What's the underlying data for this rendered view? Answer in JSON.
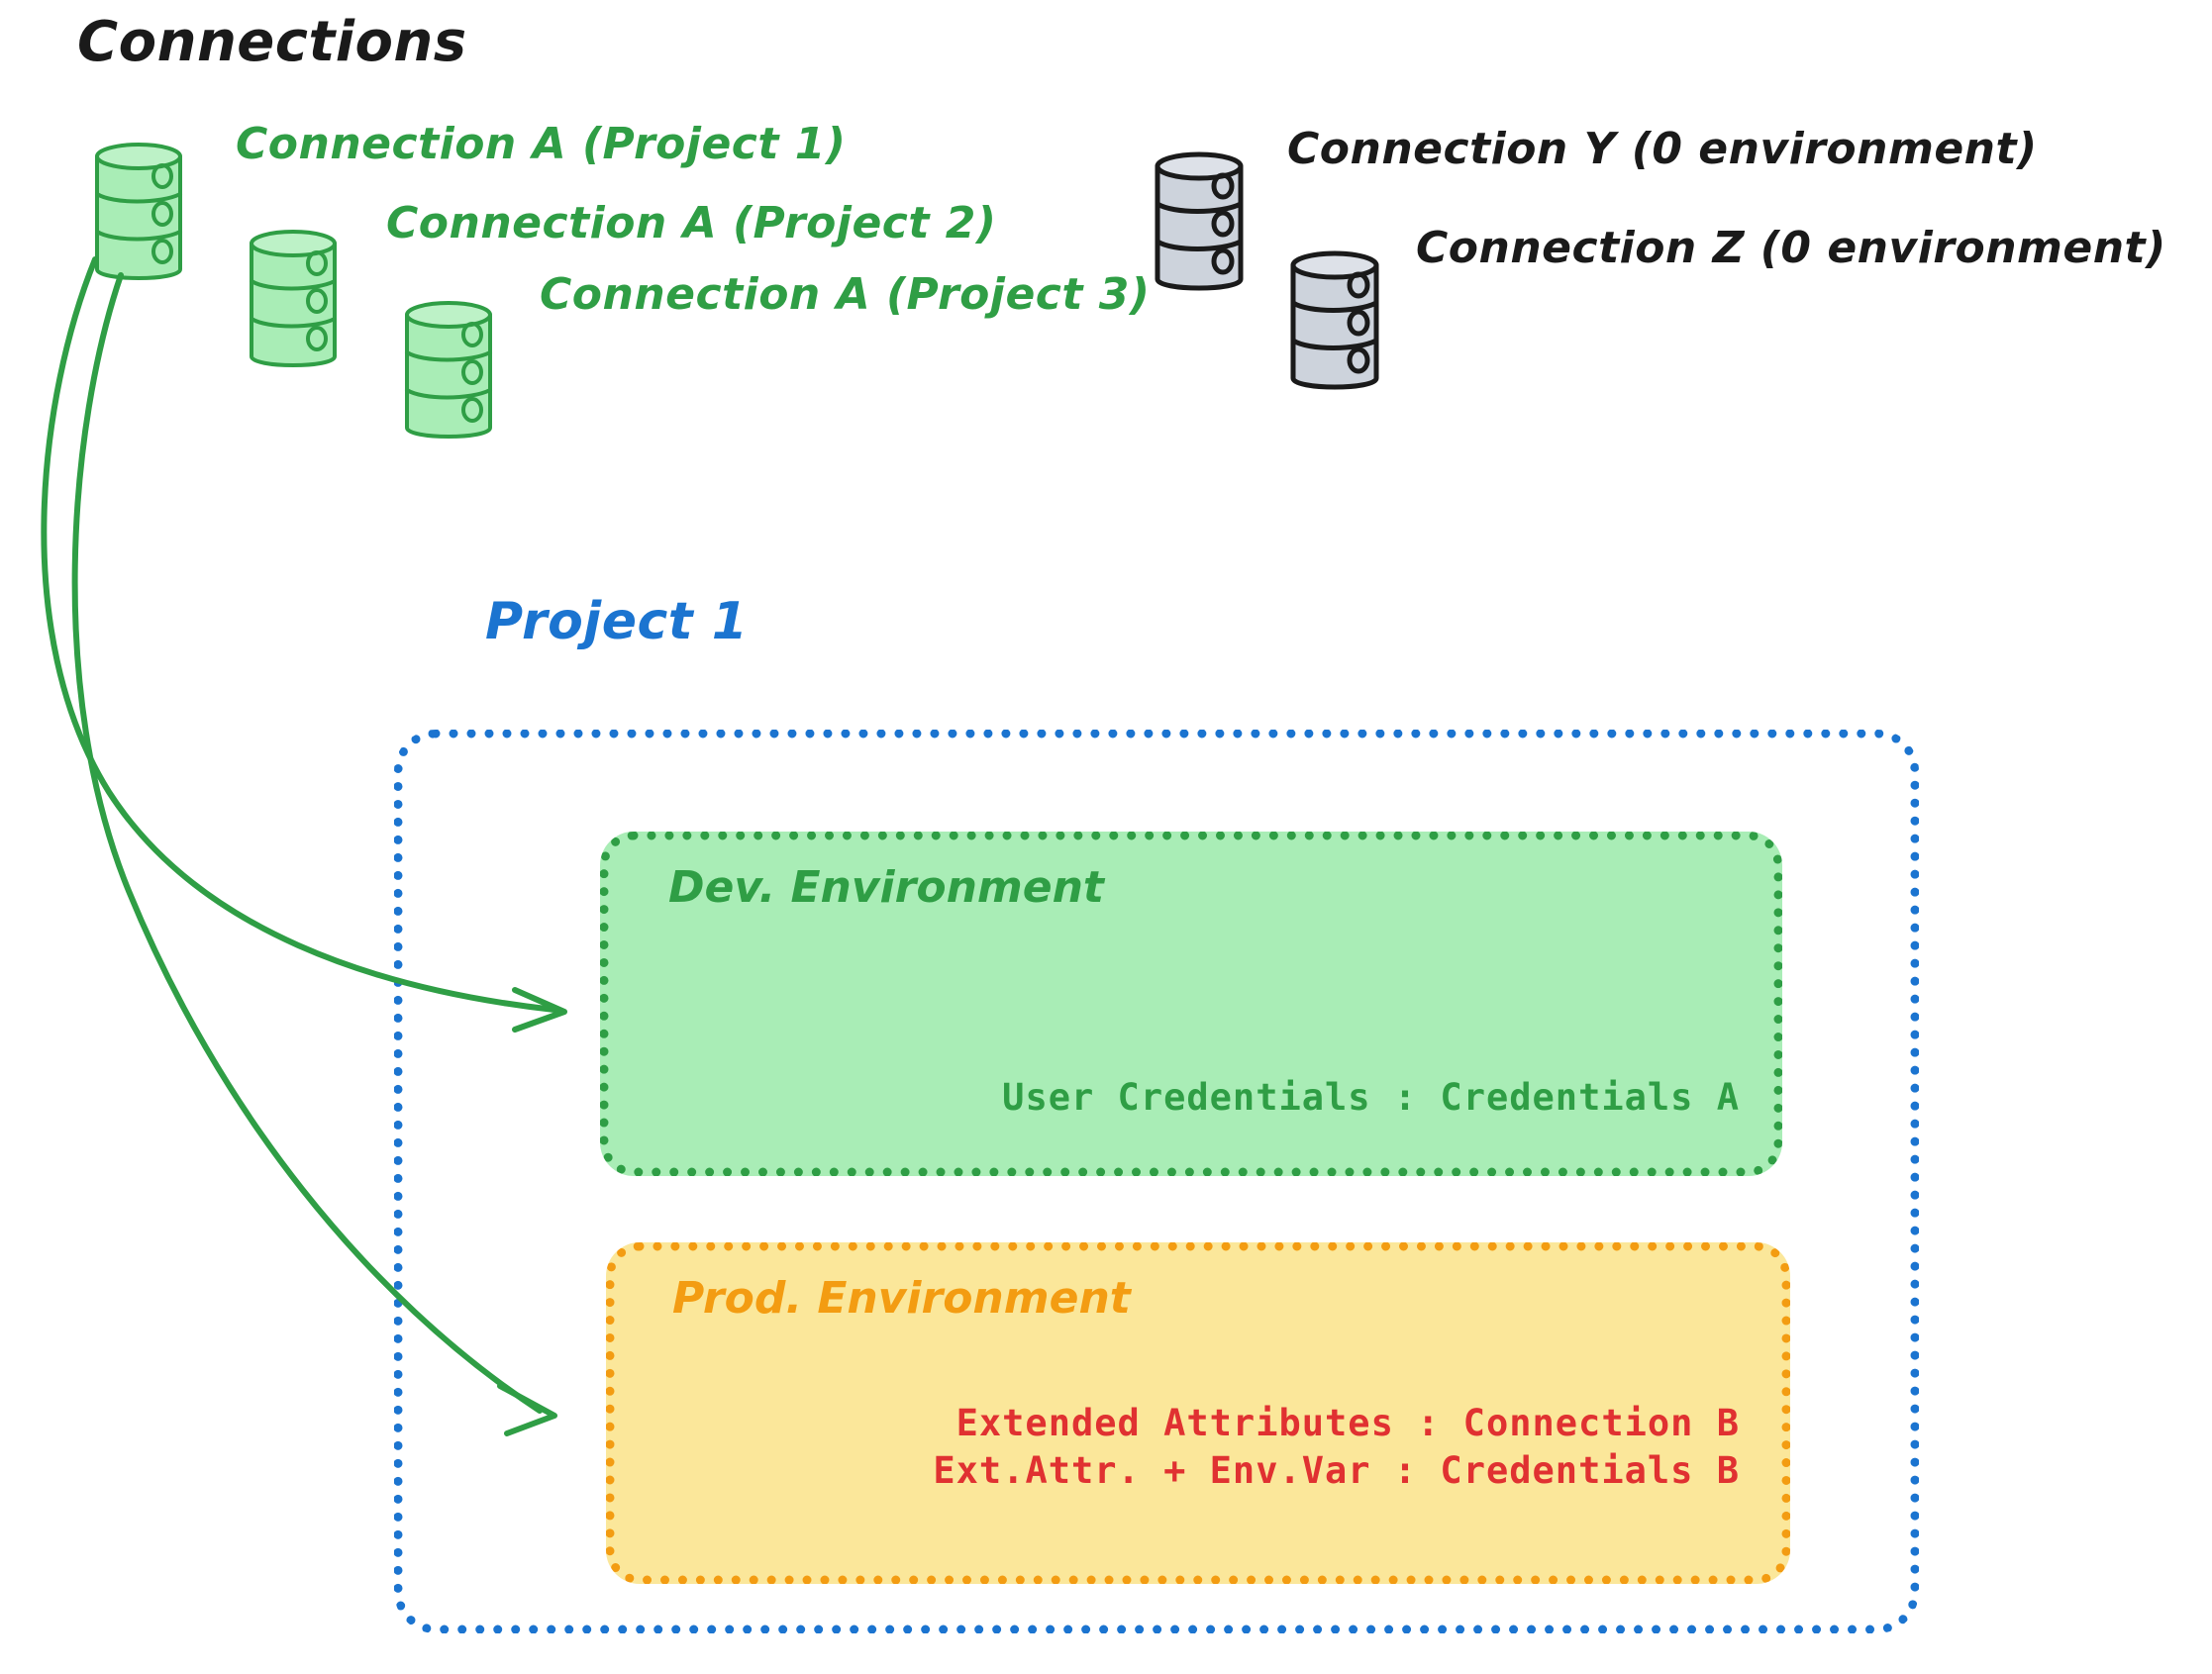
{
  "diagram": {
    "title": "Connections",
    "project_title": "Project 1",
    "colors": {
      "green": "#2f9e45",
      "green_fill": "#a9edb6",
      "blue": "#1b74d0",
      "orange": "#f39c12",
      "yellow_fill": "#fbe79a",
      "red": "#e03131",
      "gray_fill": "#cdd3dc",
      "black": "#1a1a1a"
    }
  },
  "connections": {
    "linked": [
      {
        "label": "Connection A (Project 1)",
        "icon": "database-icon",
        "color": "green"
      },
      {
        "label": "Connection A (Project 2)",
        "icon": "database-icon",
        "color": "green"
      },
      {
        "label": "Connection A (Project 3)",
        "icon": "database-icon",
        "color": "green"
      }
    ],
    "unlinked": [
      {
        "label": "Connection Y (0 environment)",
        "icon": "database-icon",
        "color": "gray"
      },
      {
        "label": "Connection Z (0 environment)",
        "icon": "database-icon",
        "color": "gray"
      }
    ]
  },
  "project": {
    "name": "Project 1",
    "environments": [
      {
        "name": "Dev. Environment",
        "type": "dev",
        "entries": [
          {
            "key": "User Credentials",
            "value": "Credentials A",
            "text": "User Credentials : Credentials A"
          }
        ]
      },
      {
        "name": "Prod. Environment",
        "type": "prod",
        "entries": [
          {
            "key": "Extended Attributes",
            "value": "Connection B",
            "text": "Extended Attributes : Connection B"
          },
          {
            "key": "Ext.Attr. + Env.Var",
            "value": "Credentials B",
            "text": "Ext.Attr. + Env.Var : Credentials B"
          }
        ]
      }
    ]
  },
  "arrows": [
    {
      "name": "arrow-to-dev-environment",
      "from": "Connection A (Project 1)",
      "to": "Dev. Environment"
    },
    {
      "name": "arrow-to-prod-environment",
      "from": "Connection A (Project 1)",
      "to": "Prod. Environment"
    }
  ]
}
